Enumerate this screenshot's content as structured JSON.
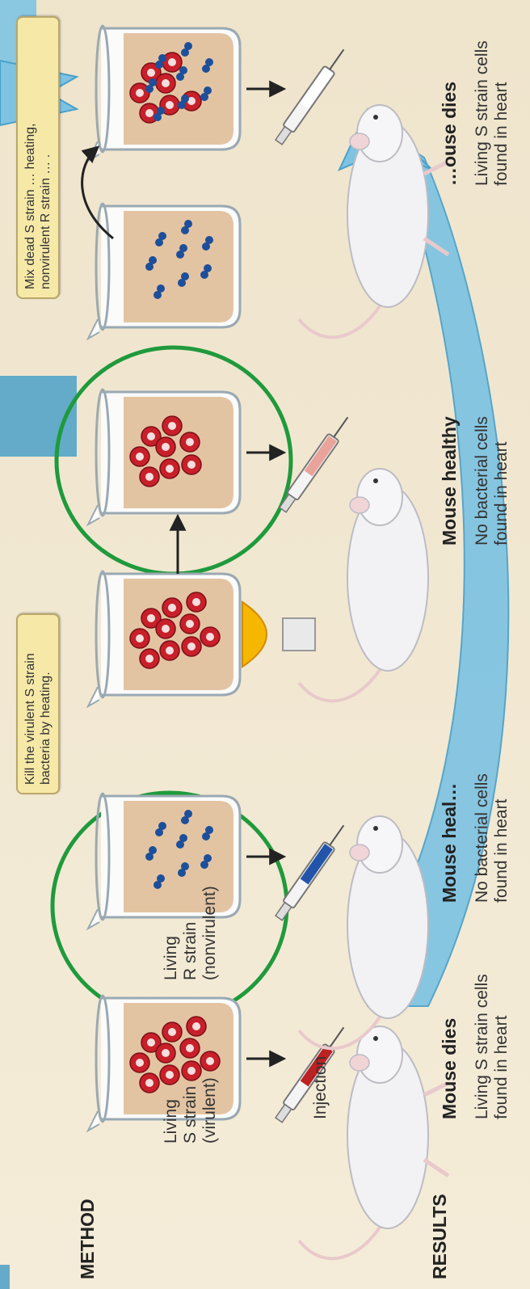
{
  "method_title": "METHOD",
  "results_title": "RESULTS",
  "labels": {
    "living_s_strain": "Living\nS strain\n(virulent)",
    "living_r_strain": "Living\nR strain\n(nonvirulent)",
    "injection": "Injection"
  },
  "callouts": {
    "kill_heating": "Kill the virulent S strain\nbacteria by heating.",
    "mix_dead": "Mix dead S strain … heating,\nnonvirulent R strain … ."
  },
  "results": [
    {
      "outcome": "Mouse dies",
      "detail": "Living S strain cells\nfound in heart"
    },
    {
      "outcome": "Mouse heal…",
      "detail": "No bacterial cells\nfound in heart"
    },
    {
      "outcome": "Mouse healthy",
      "detail": "No bacterial cells\nfound in heart"
    },
    {
      "outcome": "…ouse dies",
      "detail": "Living S strain cells\nfound in heart"
    }
  ],
  "colors": {
    "background": "#f1e8d2",
    "highlight_circle": "#1f9a3c",
    "arrow_blue": "#7ec3e2",
    "arrow_blue_dark": "#4aa0c8",
    "callout_fill": "#f6e9a8",
    "liquid": "#e3c4a2",
    "s_cell": "#c8202a",
    "r_cell": "#1d4f9a"
  },
  "icons": [
    "beaker-icon",
    "syringe-icon",
    "mouse-icon",
    "bunsen-burner-icon"
  ]
}
